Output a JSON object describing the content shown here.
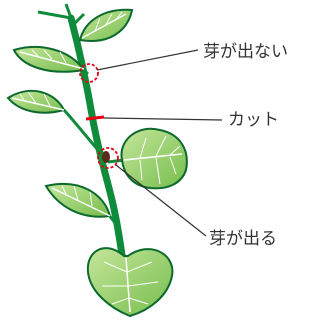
{
  "labels": {
    "no_bud": "芽が出ない",
    "cut": "カット",
    "bud": "芽が出る"
  },
  "colors": {
    "stem": "#0f8c3b",
    "leaf_fill": "#8ecb62",
    "leaf_light": "#b9de8c",
    "leaf_edge": "#0d6a2f",
    "vein": "#ffffff",
    "cut_mark": "#e60012",
    "node_circle": "#e60012",
    "leader_line": "#333333"
  }
}
